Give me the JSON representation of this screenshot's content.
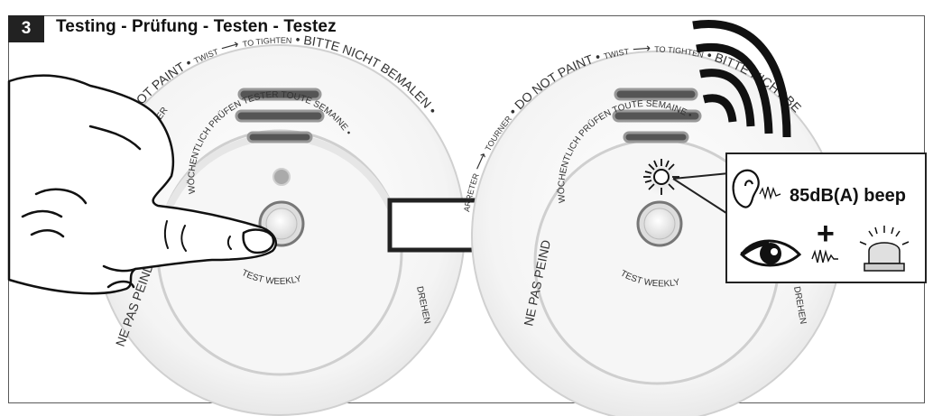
{
  "header": {
    "step_number": "3",
    "title": "Testing - Prüfung - Testen -  Testez"
  },
  "left_detector": {
    "outer_ring_labels": [
      "DO NOT PAINT",
      "TWIST",
      "TO TIGHTEN",
      "BITTE NICHT BEMALEN",
      "NE PAS PEIND",
      "DREHEN",
      "ER"
    ],
    "inner_ring_labels": [
      "WÖCHENTLICH PRÜFEN",
      "TESTER TOUTE SEMAINE",
      "TEST WEEKLY"
    ]
  },
  "right_detector": {
    "outer_ring_labels": [
      "ARRETER",
      "TOURNER",
      "DO NOT PAINT",
      "TWIST",
      "TO TIGHTEN",
      "BITTE NICHT BE",
      "NE PAS PEIND",
      "DREHEN"
    ],
    "inner_ring_labels": [
      "WÖCHENTLICH PRÜFEN",
      "TOUTE SEMAINE",
      "TEST WEEKLY"
    ]
  },
  "callout": {
    "beep_text": "85dB(A) beep",
    "plus_sign": "+",
    "icons": [
      "ear-icon",
      "eye-icon",
      "sound-wave-icon",
      "warning-light-icon"
    ]
  },
  "arrow": {
    "direction": "right"
  }
}
